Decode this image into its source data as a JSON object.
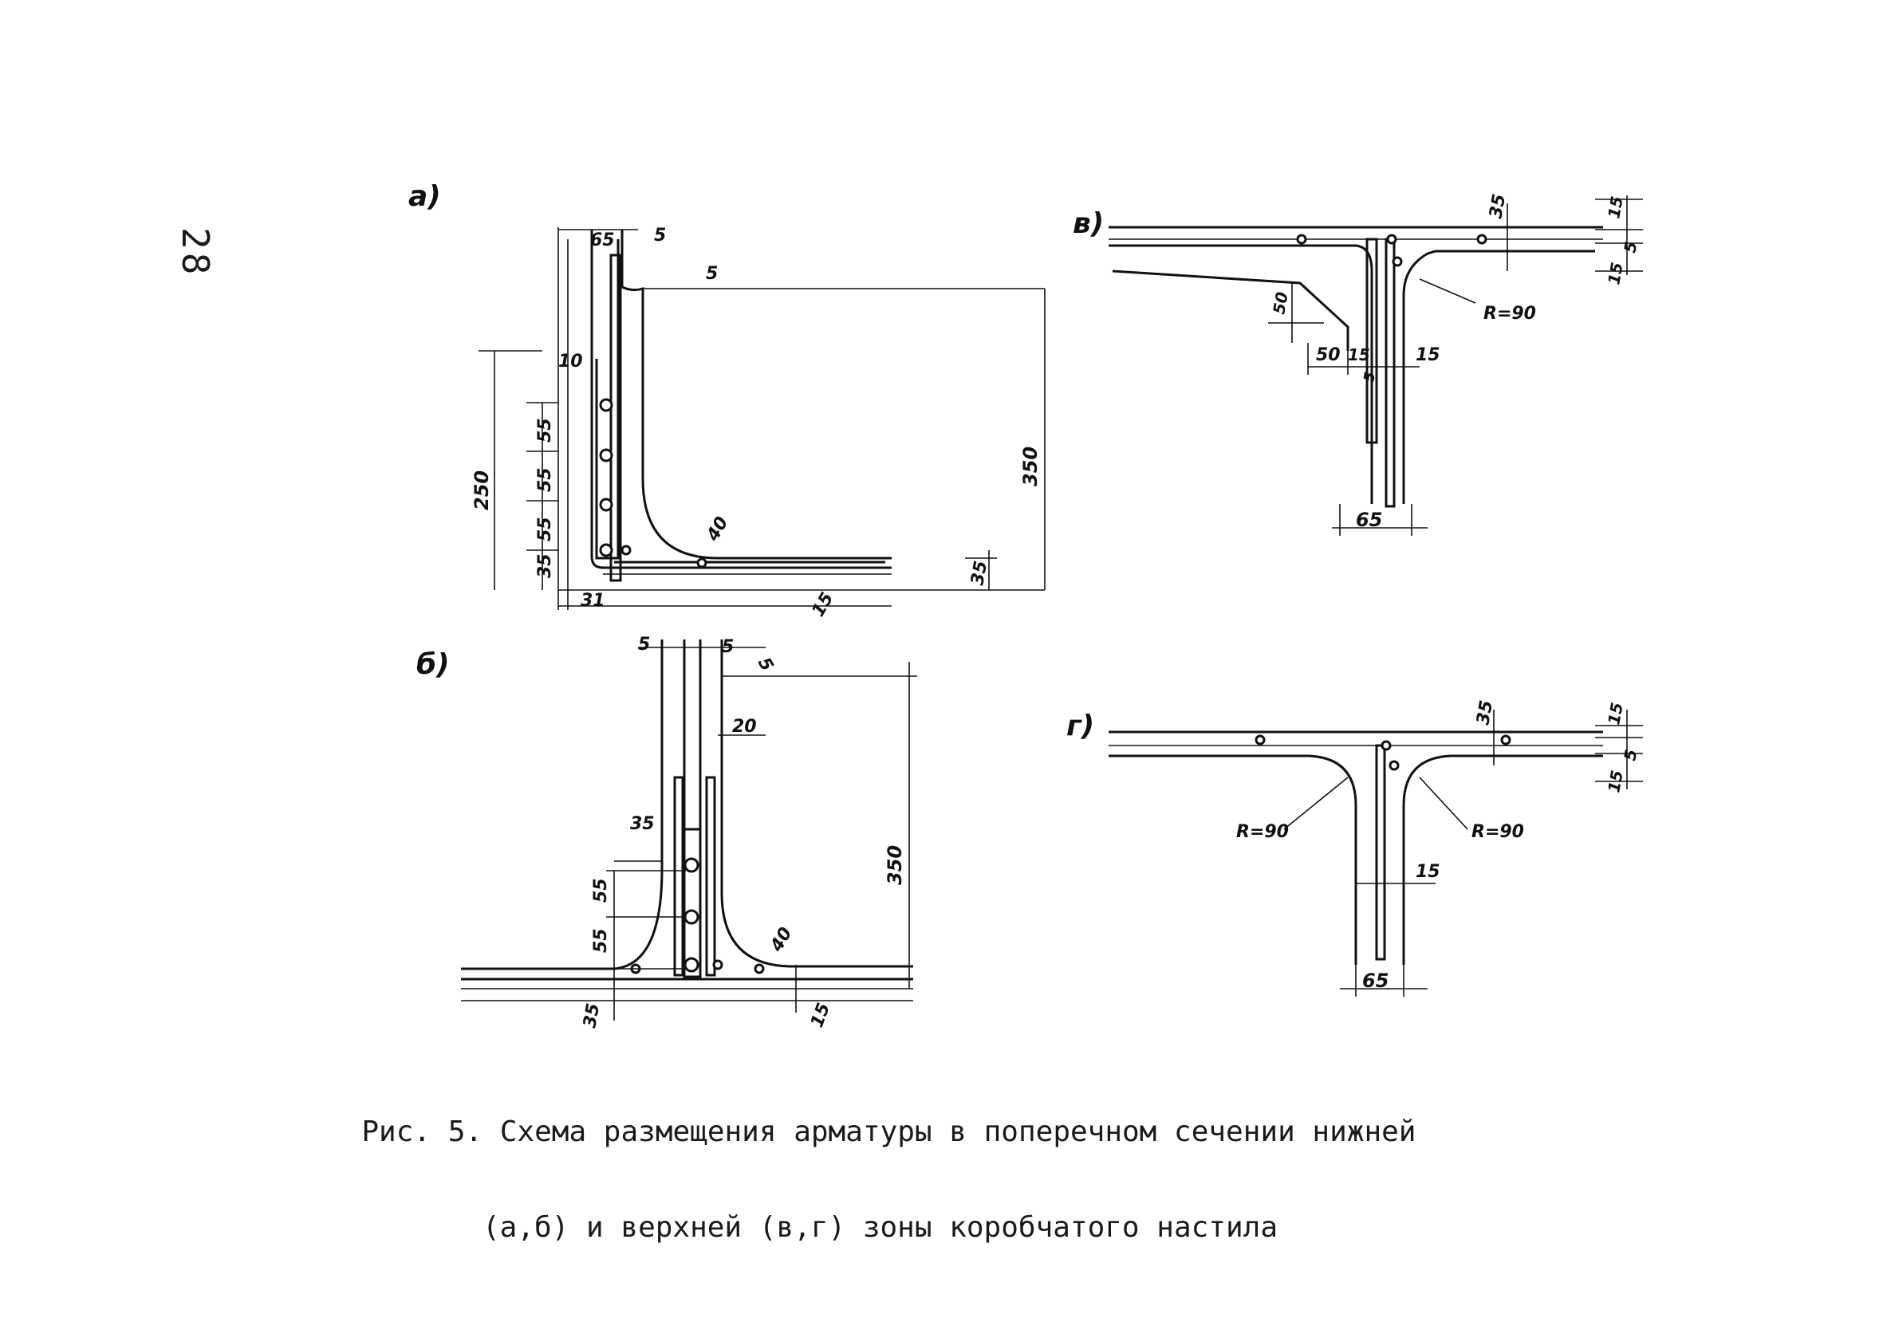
{
  "page_number": "28",
  "caption": {
    "line1": "Рис. 5. Схема размещения арматуры в поперечном сечении нижней",
    "line2": "(а,б) и верхней (в,г) зоны коробчатого настила"
  },
  "panels": {
    "a": {
      "label": "а)",
      "dims": [
        "65",
        "5",
        "5",
        "10",
        "55",
        "55",
        "55",
        "35",
        "250",
        "350",
        "40",
        "31",
        "15",
        "35"
      ]
    },
    "b": {
      "label": "б)",
      "dims": [
        "5",
        "5",
        "5",
        "20",
        "35",
        "55",
        "55",
        "350",
        "40",
        "35",
        "15"
      ]
    },
    "v": {
      "label": "в)",
      "dims": [
        "35",
        "15",
        "5",
        "15",
        "50",
        "50",
        "15",
        "15",
        "5",
        "65",
        "R=90"
      ]
    },
    "g": {
      "label": "г)",
      "dims": [
        "35",
        "15",
        "5",
        "15",
        "R=90",
        "R=90",
        "15",
        "65"
      ]
    }
  }
}
